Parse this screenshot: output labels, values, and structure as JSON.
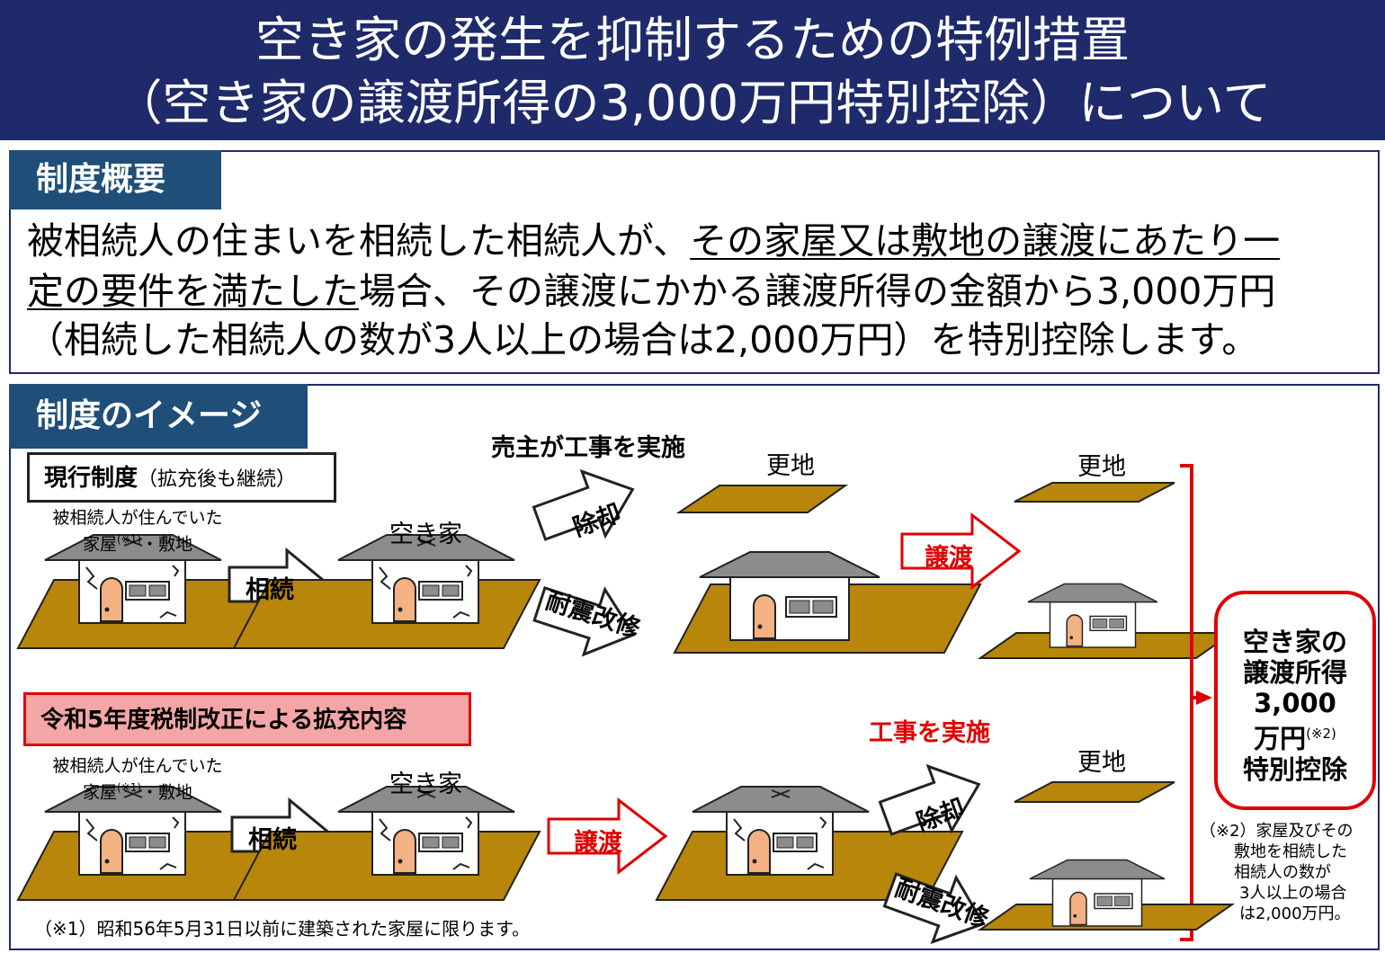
{
  "title": {
    "line1": "空き家の発生を抑制するための特例措置",
    "line2": "（空き家の譲渡所得の3,000万円特別控除）について"
  },
  "overview": {
    "tab_label": "制度概要",
    "line1_plain": "被相続人の住まいを相続した相続人が、",
    "line1_underlined": "その家屋又は敷地の譲渡にあたり一",
    "line2_underlined": "定の要件を満たした",
    "line2_plain": "場合、その譲渡にかかる譲渡所得の金額から3,000万円",
    "line3": "（相続した相続人の数が3人以上の場合は2,000万円）を特別控除します。"
  },
  "image_section": {
    "tab_label": "制度のイメージ",
    "current": {
      "label_main": "現行制度",
      "label_sub": "（拡充後も継続）",
      "house_caption_l1": "被相続人が住んでいた",
      "house_caption_l2_a": "家屋",
      "house_caption_l2_mark": "(※1)",
      "house_caption_l2_b": "・敷地",
      "arrow_inherit": "相続",
      "vacant_house": "空き家",
      "seller_works": "売主が工事を実施",
      "arrow_demolish": "除却",
      "arrow_retrofit": "耐震改修",
      "vacant_land_1": "更地",
      "arrow_transfer": "譲渡",
      "vacant_land_2": "更地"
    },
    "reform": {
      "label": "令和5年度税制改正による拡充内容",
      "house_caption_l1": "被相続人が住んでいた",
      "house_caption_l2_a": "家屋",
      "house_caption_l2_mark": "(※1)",
      "house_caption_l2_b": "・敷地",
      "arrow_inherit": "相続",
      "vacant_house": "空き家",
      "arrow_transfer": "譲渡",
      "works": "工事を実施",
      "arrow_demolish": "除却",
      "arrow_retrofit": "耐震改修",
      "vacant_land": "更地"
    },
    "result": {
      "line1": "空き家の",
      "line2": "譲渡所得",
      "line3": "3,000",
      "line4": "万円",
      "line4_mark": "(※2)",
      "line5": "特別控除"
    },
    "note2": [
      "（※2）家屋及びその",
      "敷地を相続した",
      "相続人の数が",
      "3人以上の場合",
      "は2,000万円。"
    ],
    "note1": "（※1）昭和56年5月31日以前に建築された家屋に限ります。"
  },
  "colors": {
    "title_band": "#1f2a6b",
    "section_tab": "#1f4e79",
    "accent_red": "#e00000",
    "land_brown": "#b8860b",
    "roof_gray": "#8c8c8c",
    "door_orange": "#f4b183",
    "reform_label_fill": "#f4a6a6"
  }
}
